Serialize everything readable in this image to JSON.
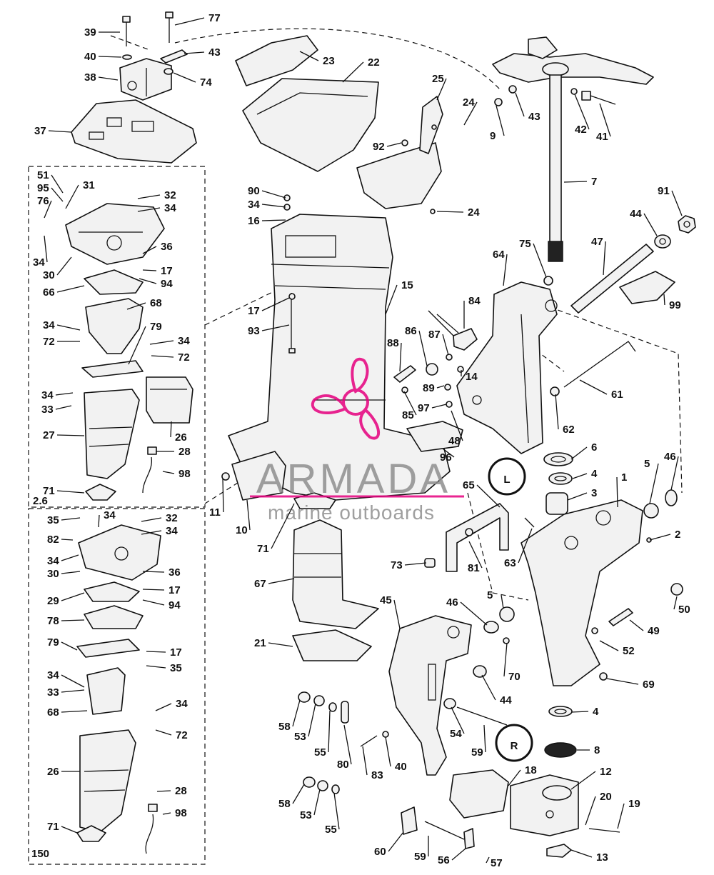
{
  "diagram": {
    "callouts": [
      "1",
      "2",
      "3",
      "4",
      "5",
      "6",
      "7",
      "8",
      "9",
      "10",
      "11",
      "12",
      "13",
      "14",
      "15",
      "16",
      "17",
      "18",
      "19",
      "20",
      "21",
      "22",
      "23",
      "24",
      "25",
      "26",
      "27",
      "28",
      "29",
      "30",
      "31",
      "32",
      "33",
      "34",
      "35",
      "36",
      "37",
      "38",
      "39",
      "40",
      "41",
      "42",
      "43",
      "44",
      "45",
      "46",
      "47",
      "48",
      "49",
      "50",
      "51",
      "52",
      "53",
      "54",
      "55",
      "56",
      "57",
      "58",
      "59",
      "60",
      "61",
      "62",
      "63",
      "64",
      "65",
      "66",
      "67",
      "68",
      "69",
      "70",
      "71",
      "72",
      "73",
      "74",
      "75",
      "76",
      "77",
      "78",
      "79",
      "80",
      "81",
      "82",
      "83",
      "84",
      "85",
      "86",
      "87",
      "88",
      "89",
      "90",
      "91",
      "92",
      "93",
      "94",
      "95",
      "96",
      "97",
      "98",
      "99"
    ],
    "section_labels": {
      "upper_box": "2.6",
      "lower_box": "150"
    },
    "symbols": {
      "upper": "L",
      "lower": "R"
    }
  },
  "watermark": {
    "brand": "ARMADA",
    "tagline": "marine outboards",
    "logo_color": "#e6007e",
    "text_color": "#8f8f8f"
  }
}
